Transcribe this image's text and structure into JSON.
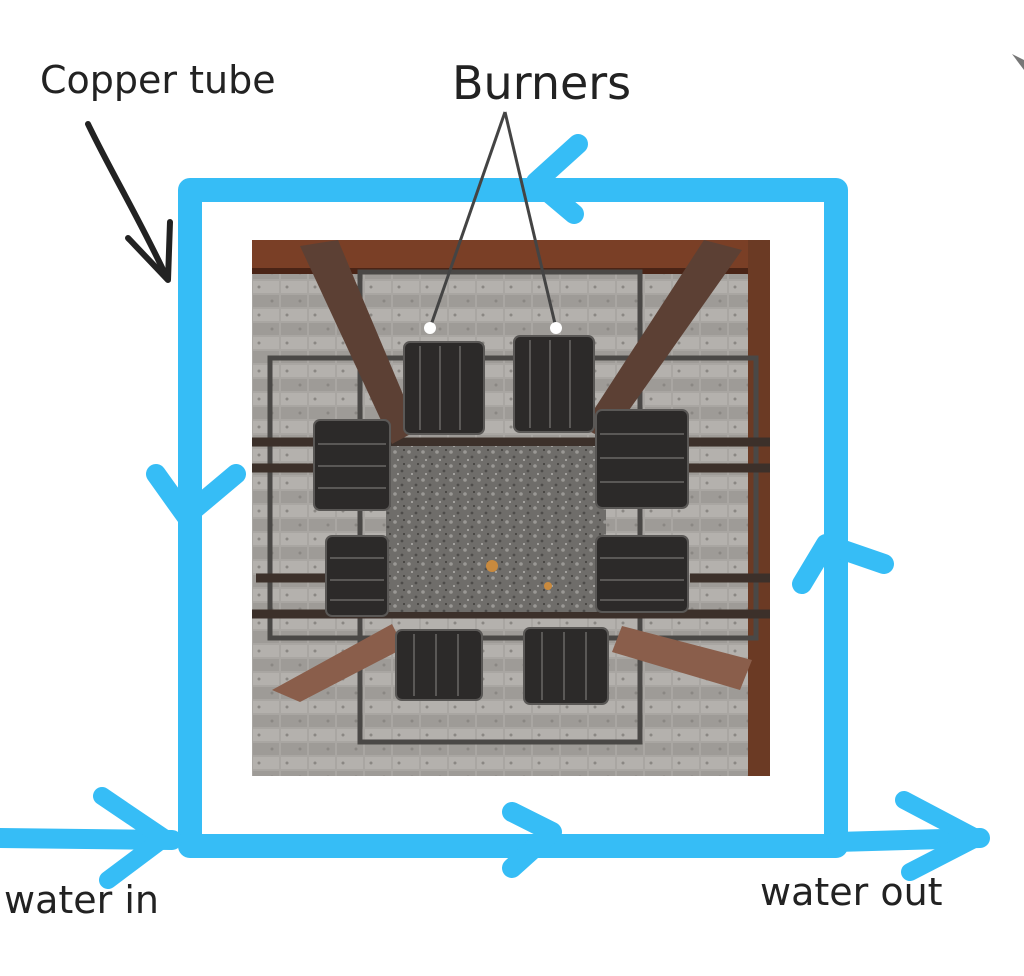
{
  "labels": {
    "copper_tube": "Copper tube",
    "burners": "Burners",
    "water_in": "water in",
    "water_out": "water out"
  },
  "colors": {
    "tube": "#36bdf6",
    "annotation": "#222222",
    "marker": "#ffffff"
  },
  "photo": {
    "subject": "top view of a stove frame with eight burners around a central ash bed"
  }
}
